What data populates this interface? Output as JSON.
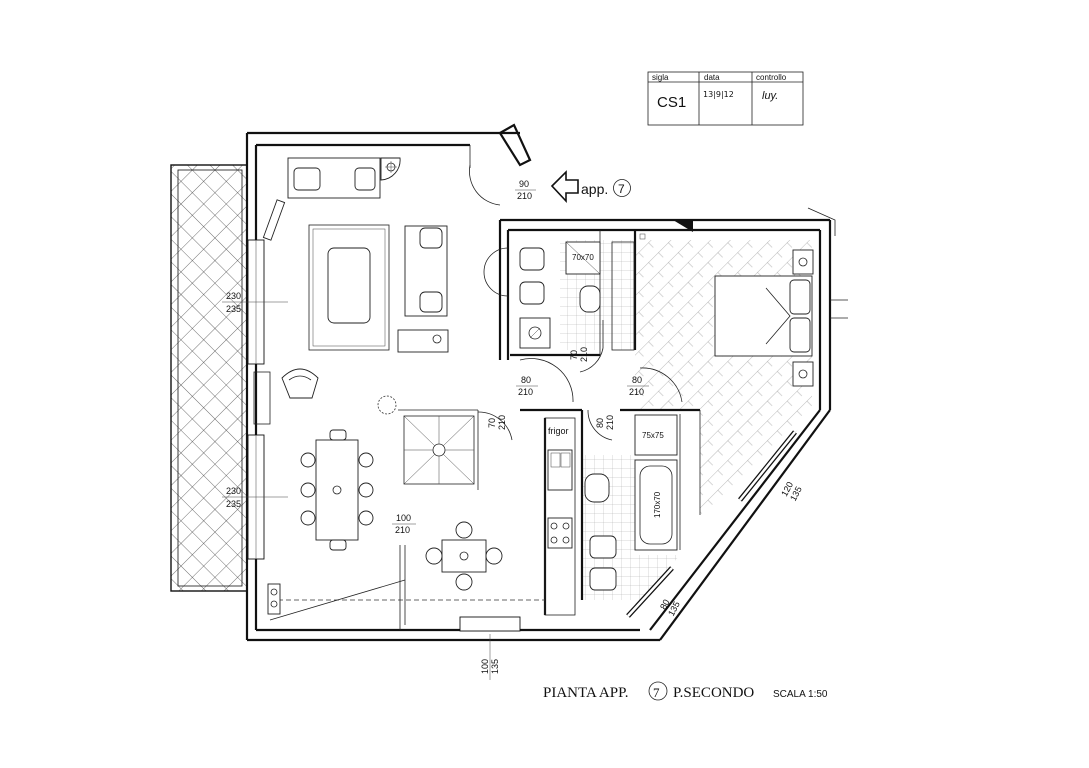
{
  "stamp": {
    "headers": [
      "sigla",
      "data",
      "controllo"
    ],
    "values": [
      "CS1",
      "13|9|12",
      "luy."
    ]
  },
  "entrance": {
    "label": "app.",
    "number": "7"
  },
  "title": {
    "prefix": "PIANTA APP.",
    "number": "7",
    "suffix": "P.SECONDO",
    "scale": "SCALA 1:50"
  },
  "room_labels": {
    "fridge": "frigor",
    "shower_bath1": "70x70",
    "shower_bath2": "75x75",
    "bathtub": "170x70"
  },
  "dimensions": {
    "door_entrance": [
      "90",
      "210"
    ],
    "window_living_top": [
      "230",
      "235"
    ],
    "window_living_bottom": [
      "230",
      "235"
    ],
    "door_bath1": [
      "70",
      "210"
    ],
    "door_hall": [
      "80",
      "210"
    ],
    "door_bedroom": [
      "80",
      "210"
    ],
    "door_stair": [
      "70",
      "210"
    ],
    "door_bath2": [
      "80",
      "210"
    ],
    "door_kitchen": [
      "100",
      "210"
    ],
    "window_bedroom": [
      "120",
      "135"
    ],
    "window_bath2": [
      "80",
      "135"
    ],
    "window_kitchen": [
      "100",
      "135"
    ]
  },
  "colors": {
    "ink": "#111111",
    "paper": "#ffffff"
  }
}
